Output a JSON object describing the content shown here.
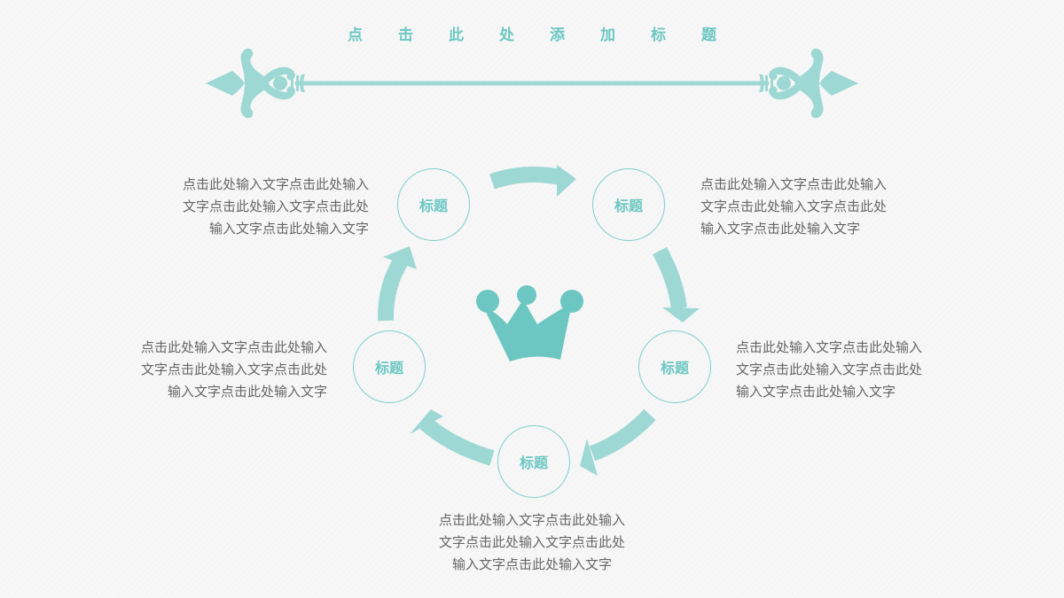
{
  "title": "点击此处添加标题",
  "colors": {
    "accent": "#9ed8d5",
    "accent_dark": "#6cc7c3",
    "text": "#666666"
  },
  "icons": {
    "ornament": "fleur-de-lis-divider-icon",
    "center": "crown-icon"
  },
  "nodes": [
    {
      "id": "top-left",
      "label": "标题",
      "text": "点击此处输入文字点击此处输入文字点击此处输入文字点击此处输入文字点击此处输入文字"
    },
    {
      "id": "top-right",
      "label": "标题",
      "text": "点击此处输入文字点击此处输入文字点击此处输入文字点击此处输入文字点击此处输入文字"
    },
    {
      "id": "right",
      "label": "标题",
      "text": "点击此处输入文字点击此处输入文字点击此处输入文字点击此处输入文字点击此处输入文字"
    },
    {
      "id": "bottom",
      "label": "标题",
      "text": "点击此处输入文字点击此处输入文字点击此处输入文字点击此处输入文字点击此处输入文字"
    },
    {
      "id": "left",
      "label": "标题",
      "text": "点击此处输入文字点击此处输入文字点击此处输入文字点击此处输入文字点击此处输入文字"
    }
  ]
}
